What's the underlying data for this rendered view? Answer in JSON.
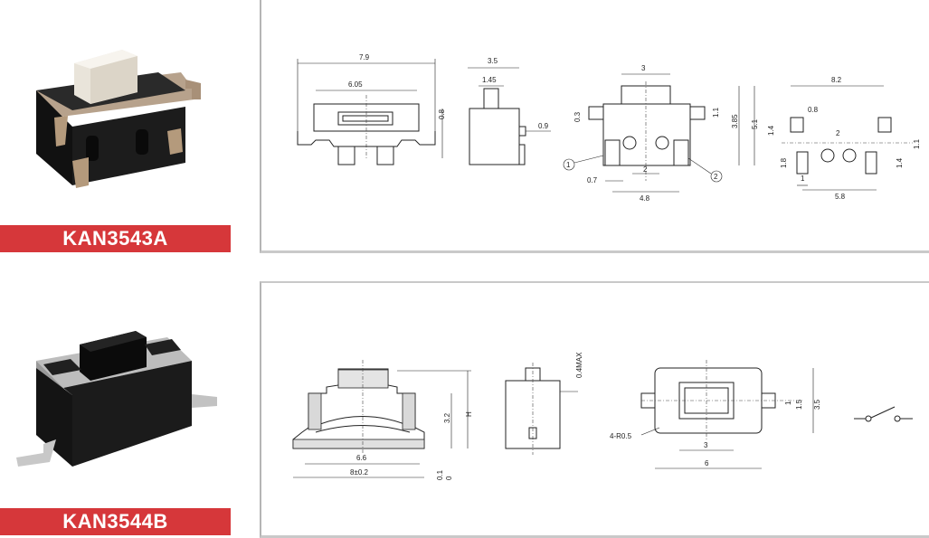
{
  "products": [
    {
      "model": "KAN3543A",
      "dims": {
        "total_width": "7.9",
        "inner_width": "6.05",
        "height_small": "0.8",
        "side_width": "3.5",
        "button_width": "1.45",
        "side_gap": "0.9",
        "top_width": "3",
        "left_small": "0.3",
        "right_small": "1.1",
        "height_a": "3.85",
        "height_b": "5.1",
        "bottom_left": "0.7",
        "pin_gap": "2",
        "pin_span": "4.8",
        "pcb_width": "8.2",
        "pcb_a": "0.8",
        "pcb_b": "1.4",
        "pcb_pitch": "2",
        "pcb_c": "1.1",
        "pcb_d": "1.8",
        "pcb_e": "1.4",
        "pcb_f": "1",
        "pcb_span": "5.8",
        "marker_1": "1",
        "marker_2": "2"
      }
    },
    {
      "model": "KAN3544B",
      "dims": {
        "height_h": "H",
        "height_inner": "3.2",
        "width_inner": "6.6",
        "width_total": "8±0.2",
        "tolerance": "0.1",
        "tolerance_zero": "0",
        "max_height": "0.4MAX",
        "radius_note": "4-R0.5",
        "top_center": "3",
        "bottom_total": "6",
        "pin_height": "1",
        "inner_height": "1.5",
        "total_height": "3.5"
      }
    }
  ],
  "colors": {
    "label_bg": "#d6373a",
    "label_text": "#ffffff",
    "panel_border": "#b5b5b5"
  }
}
